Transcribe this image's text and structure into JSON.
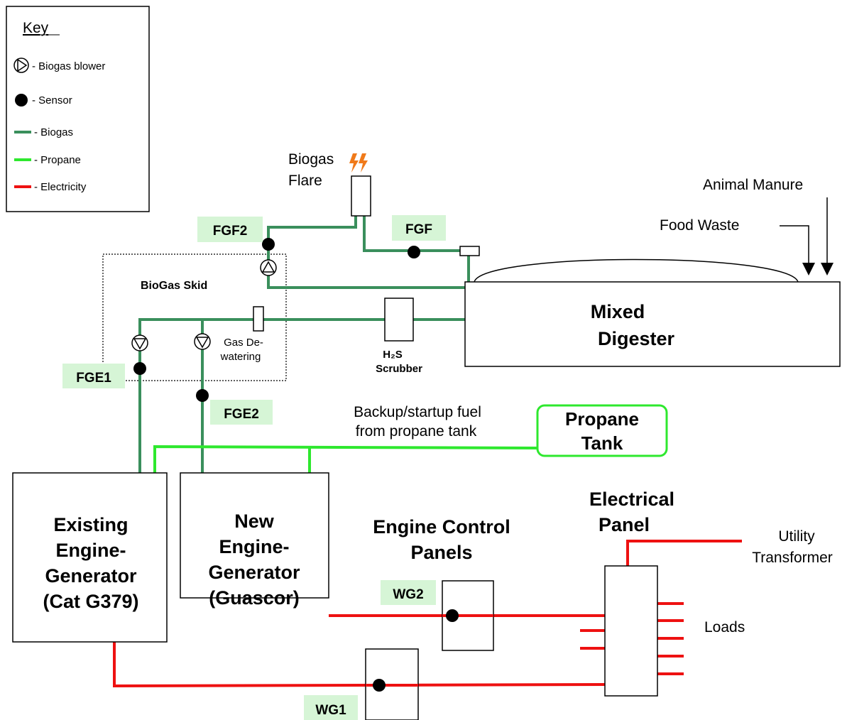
{
  "colors": {
    "biogas": "#3a8f5c",
    "propane": "#2ee82e",
    "electricity": "#ee1111",
    "sensor_label_bg": "#d6f5d6",
    "flame": "#f07a1a",
    "black": "#000000"
  },
  "key": {
    "title": "Key",
    "items": [
      {
        "icon": "biogas-blower-icon",
        "label": "- Biogas blower"
      },
      {
        "icon": "sensor-icon",
        "label": "- Sensor"
      },
      {
        "icon": "biogas-line-icon",
        "label": "- Biogas"
      },
      {
        "icon": "propane-line-icon",
        "label": "- Propane"
      },
      {
        "icon": "electricity-line-icon",
        "label": "- Electricity"
      }
    ]
  },
  "labels": {
    "flare_line1": "Biogas",
    "flare_line2": "Flare",
    "animal_manure": "Animal Manure",
    "food_waste": "Food Waste",
    "biogas_skid": "BioGas Skid",
    "gas_dewatering_1": "Gas De-",
    "gas_dewatering_2": "watering",
    "scrubber_line1": "H₂S",
    "scrubber_line2": "Scrubber",
    "digester_line1": "Mixed",
    "digester_line2": "Digester",
    "backup_line1": "Backup/startup fuel",
    "backup_line2": "from propane tank",
    "propane_tank_line1": "Propane",
    "propane_tank_line2": "Tank",
    "existing_gen": [
      "Existing",
      "Engine-",
      "Generator",
      "(Cat G379)"
    ],
    "new_gen": [
      "New",
      "Engine-",
      "Generator",
      "(Guascor)"
    ],
    "control_panels_line1": "Engine Control",
    "control_panels_line2": "Panels",
    "electrical_panel_line1": "Electrical",
    "electrical_panel_line2": "Panel",
    "utility_line1": "Utility",
    "utility_line2": "Transformer",
    "loads": "Loads"
  },
  "sensors": {
    "fgf2": "FGF2",
    "fgf": "FGF",
    "fge1": "FGE1",
    "fge2": "FGE2",
    "wg2": "WG2",
    "wg1": "WG1"
  }
}
